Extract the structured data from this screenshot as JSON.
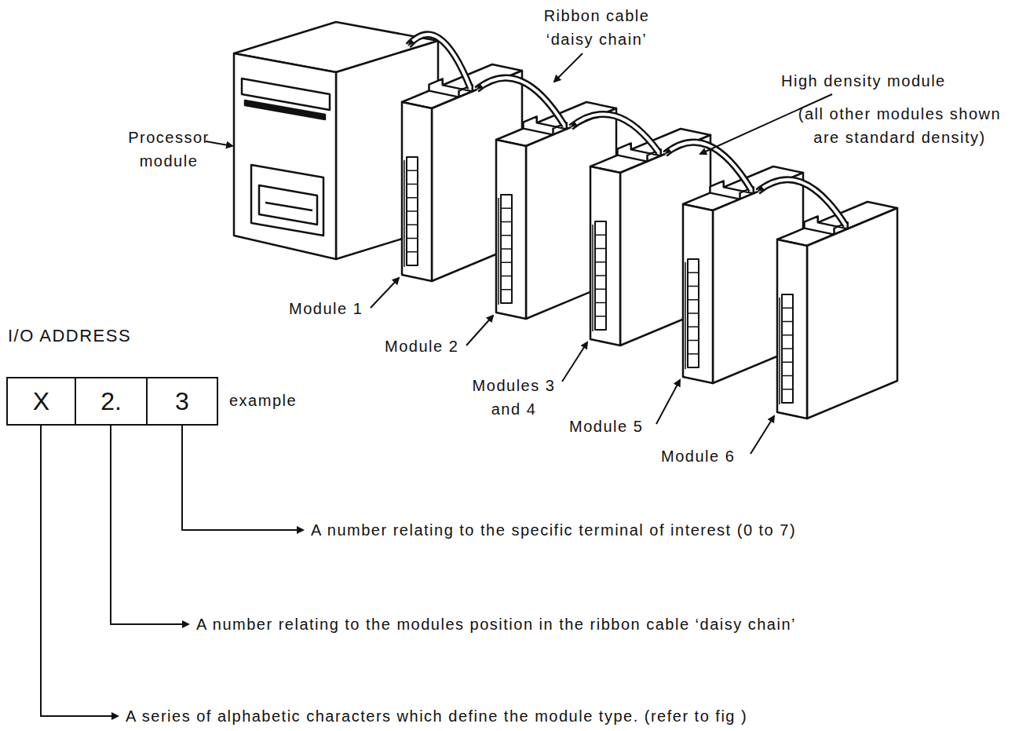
{
  "diagram": {
    "nodes": [
      {
        "text": [
          "X"
        ]
      },
      {
        "text": [
          "2."
        ]
      },
      {
        "text": [
          "3"
        ]
      }
    ],
    "labels": [
      "Ribbon cable ‘daisy chain’",
      "High density module",
      "(all other modules shown are standard density)",
      "Processor module",
      "Module 1",
      "Module 2",
      "Modules 3 and 4",
      "Module 5",
      "Module 6",
      "I/O ADDRESS",
      "example",
      "A number relating to the specific terminal of interest (0 to 7)",
      "A number relating to the modules position in the ribbon cable ‘daisy chain’",
      "A series of alphabetic characters which define the module type. (refer to fig  )"
    ]
  }
}
